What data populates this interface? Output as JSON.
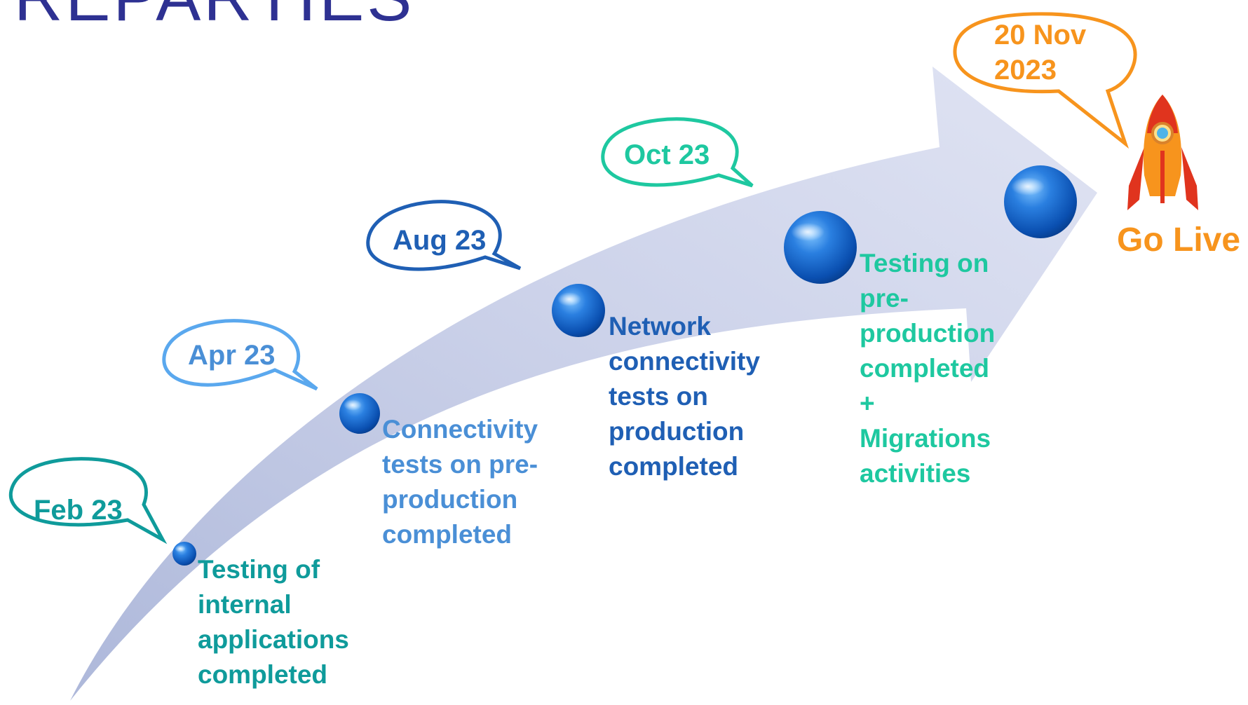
{
  "title": "REPARTIES",
  "milestones": [
    {
      "date": "Feb 23",
      "text": "Testing  of\ninternal\napplications\ncompleted",
      "color": "#0f9b9b"
    },
    {
      "date": "Apr 23",
      "text": "Connectivity\ntests on pre-\nproduction\ncompleted",
      "color": "#4a8fd6"
    },
    {
      "date": "Aug 23",
      "text": "Network\nconnectivity\ntests on\nproduction\ncompleted",
      "color": "#1f5fb4"
    },
    {
      "date": "Oct 23",
      "text": "Testing on\npre-\nproduction\ncompleted\n+\nMigrations\nactivities",
      "color": "#1ec8a0"
    }
  ],
  "golive": {
    "date": "20 Nov\n2023",
    "label": "Go Live",
    "color": "#f7941d"
  }
}
